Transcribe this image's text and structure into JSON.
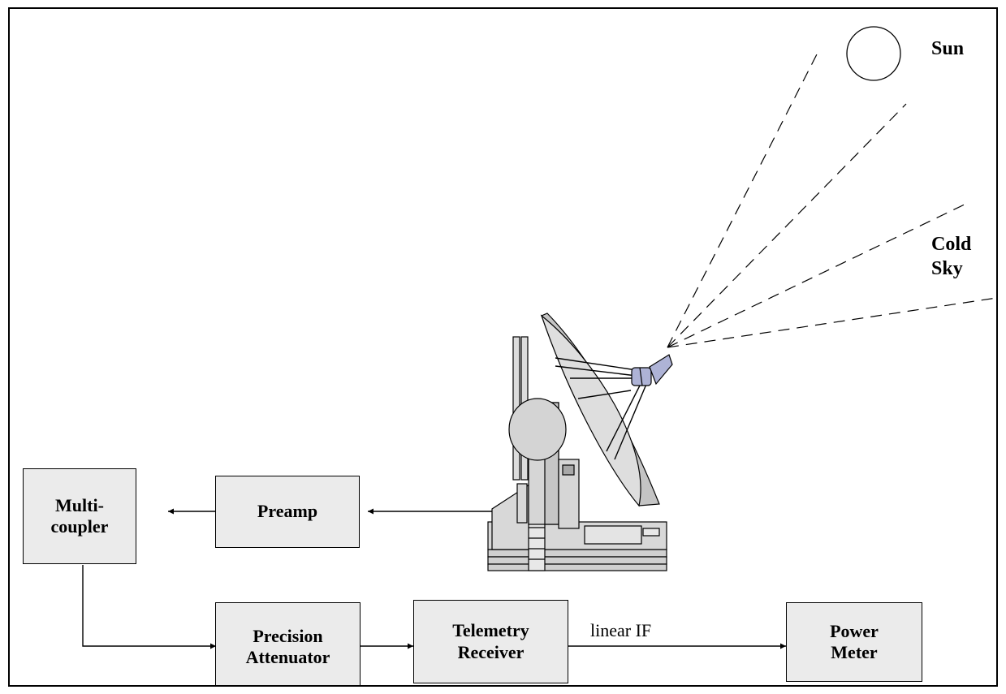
{
  "labels": {
    "sun": "Sun",
    "cold_sky": "Cold\nSky",
    "linear_if": "linear IF"
  },
  "blocks": {
    "multicoupler": "Multi-\ncoupler",
    "preamp": "Preamp",
    "precision_attenuator": "Precision\nAttenuator",
    "telemetry_receiver": "Telemetry\nReceiver",
    "power_meter": "Power\nMeter"
  },
  "colors": {
    "box_fill": "#ebebeb",
    "dish_fill": "#d9d9d9",
    "feed_fill": "#aeb3d6"
  }
}
